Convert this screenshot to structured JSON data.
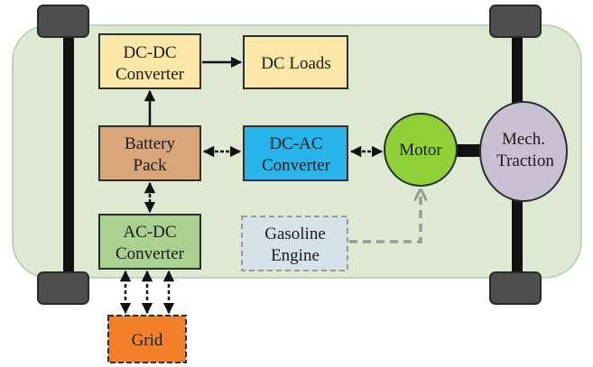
{
  "colors": {
    "chassis": "#dde9d3",
    "dcdc": "#fbe8a8",
    "dcloads": "#fbe8a8",
    "battery": "#d9a67a",
    "dcac": "#27b5ec",
    "acdc": "#a9d08e",
    "gasoline": "#d5e2ea",
    "motor": "#8fd136",
    "traction": "#c9c0d3",
    "grid": "#f2812a",
    "wheel": "#4e4e4e",
    "axle": "#111111",
    "dashed_arrow": "#999999"
  },
  "blocks": {
    "dcdc": [
      "DC-DC",
      "Converter"
    ],
    "dcloads": [
      "DC Loads"
    ],
    "battery": [
      "Battery",
      "Pack"
    ],
    "dcac": [
      "DC-AC",
      "Converter"
    ],
    "acdc": [
      "AC-DC",
      "Converter"
    ],
    "gasoline": [
      "Gasoline",
      "Engine"
    ],
    "motor": [
      "Motor"
    ],
    "traction": [
      "Mech.",
      "Traction"
    ],
    "grid": [
      "Grid"
    ]
  }
}
